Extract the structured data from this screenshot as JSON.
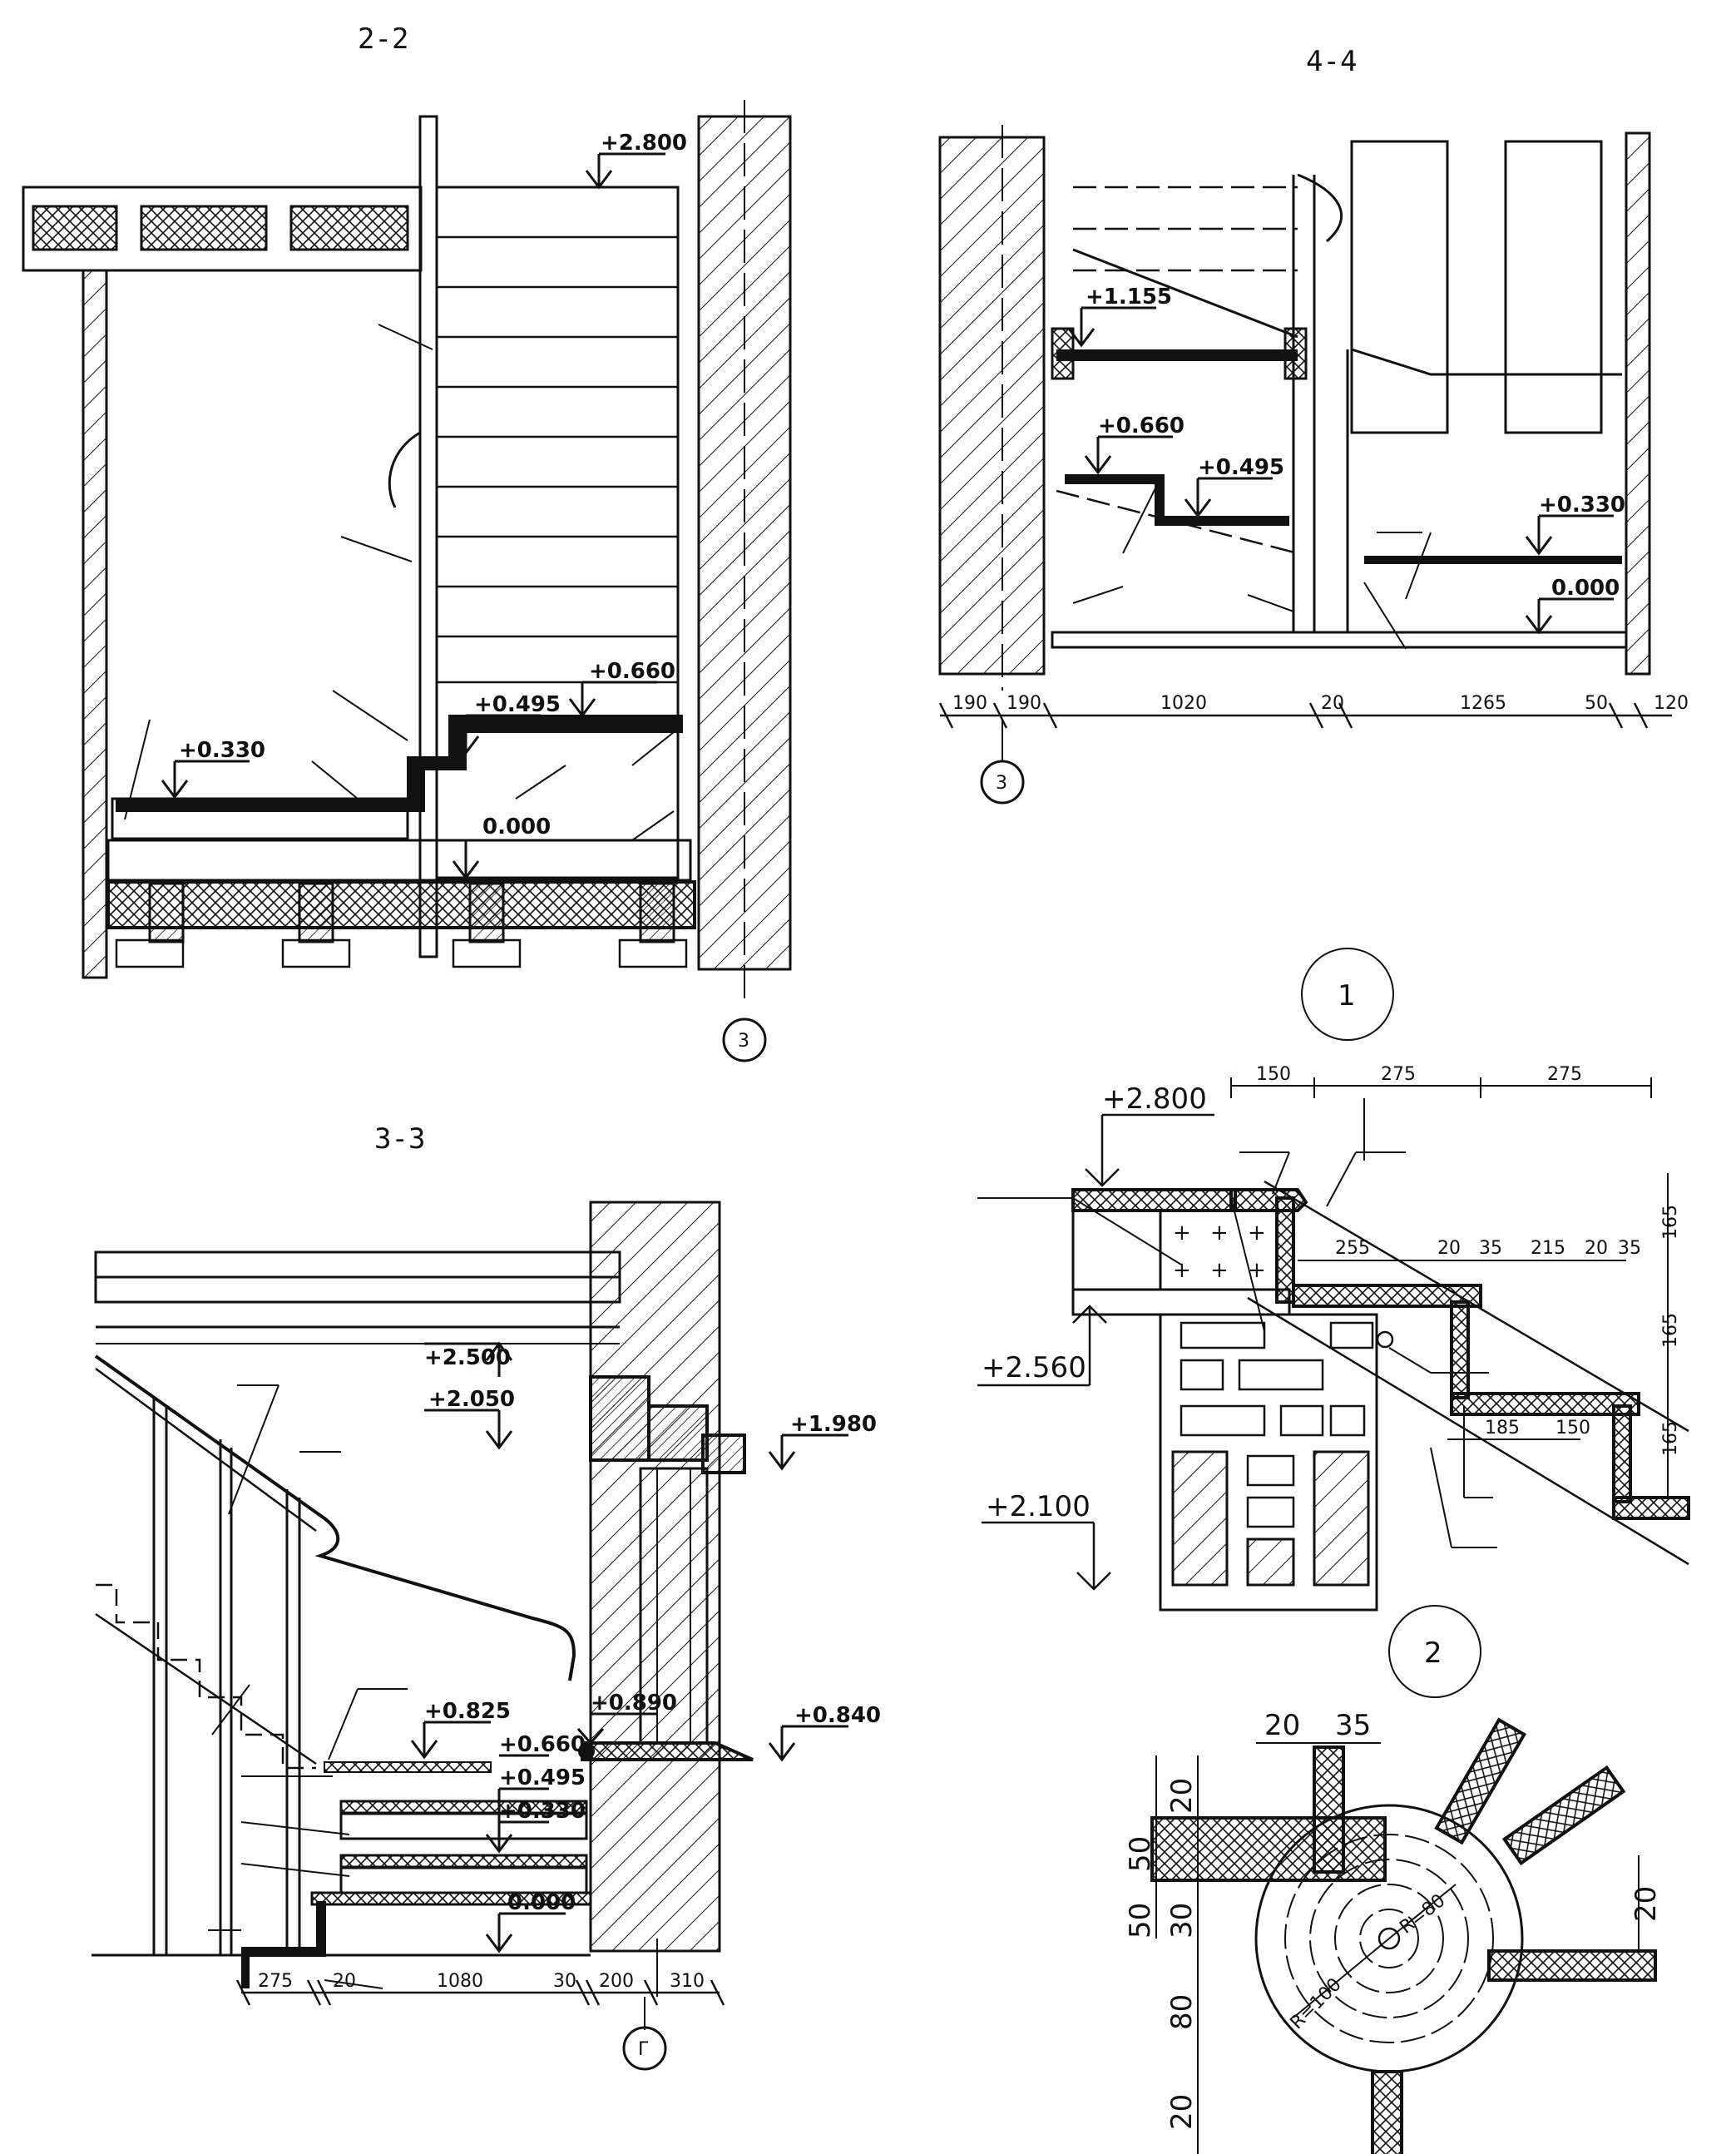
{
  "sections": {
    "s22": {
      "title": "2-2",
      "levels": [
        "+2.800",
        "+0.660",
        "+0.495",
        "+0.330",
        "0.000"
      ],
      "axis": "3"
    },
    "s44": {
      "title": "4-4",
      "levels": [
        "+1.155",
        "+0.660",
        "+0.495",
        "+0.330",
        "0.000"
      ],
      "dims": [
        "190",
        "190",
        "1020",
        "20",
        "1265",
        "50",
        "120"
      ],
      "axis": "3"
    },
    "s33": {
      "title": "3-3",
      "levels": [
        "+2.500",
        "+2.050",
        "+1.980",
        "+0.890",
        "+0.840",
        "+0.825",
        "+0.660",
        "+0.495",
        "+0.330",
        "0.000"
      ],
      "dims": [
        "275",
        "20",
        "1080",
        "30",
        "200",
        "310"
      ],
      "axis": "Г"
    }
  },
  "node1": {
    "label": "1",
    "levels": [
      "+2.800",
      "+2.560",
      "+2.100"
    ],
    "top_dims": [
      "150",
      "275",
      "275"
    ],
    "inner_dims": [
      "255",
      "20",
      "35",
      "215",
      "20",
      "35"
    ],
    "lower_dims": [
      "185",
      "150"
    ],
    "side_dims": [
      "165",
      "165",
      "165"
    ]
  },
  "node2": {
    "label": "2",
    "top_dims": [
      "20",
      "35"
    ],
    "left_dims": [
      "20",
      "50",
      "50",
      "30",
      "80",
      "20"
    ],
    "right_dim": "20",
    "radii": [
      "R=80",
      "R=100"
    ]
  }
}
